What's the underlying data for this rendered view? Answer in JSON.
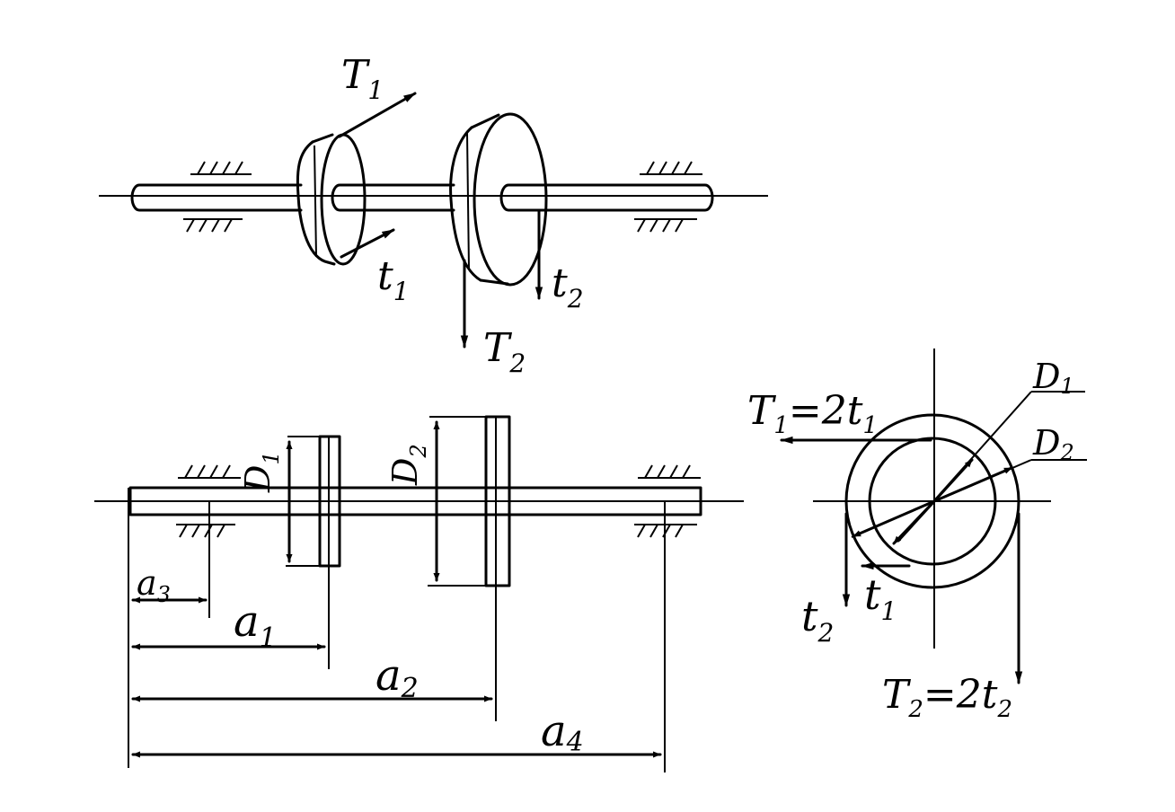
{
  "labels": {
    "T1_3d": "T",
    "T1_3d_sub": "1",
    "t1_3d": "t",
    "t1_3d_sub": "1",
    "T2_3d": "T",
    "T2_3d_sub": "2",
    "t2_3d": "t",
    "t2_3d_sub": "2",
    "D1_side": "D",
    "D1_side_sub": "1",
    "D2_side": "D",
    "D2_side_sub": "2",
    "a3": "a",
    "a3_sub": "3",
    "a1": "a",
    "a1_sub": "1",
    "a2": "a",
    "a2_sub": "2",
    "a4": "a",
    "a4_sub": "4",
    "T1_eq": "T",
    "T1_eq_sub": "1",
    "T1_eq_rest": "=2t",
    "T1_eq_rest_sub": "1",
    "D1_end": "D",
    "D1_end_sub": "1",
    "D2_end": "D",
    "D2_end_sub": "2",
    "t2_end": "t",
    "t2_end_sub": "2",
    "t1_end": "t",
    "t1_end_sub": "1",
    "T2_eq": "T",
    "T2_eq_sub": "2",
    "T2_eq_rest": "=2t",
    "T2_eq_rest_sub": "2"
  }
}
